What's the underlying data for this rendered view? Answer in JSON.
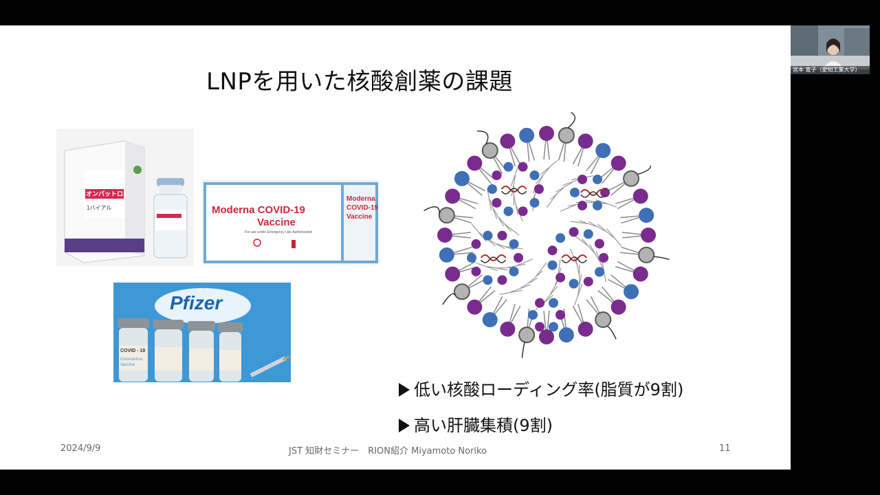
{
  "slide": {
    "title": "LNPを用いた核酸創薬の課題",
    "bullets": [
      "低い核酸ローディング率(脂質が9割)",
      "高い肝臓集積(9割)"
    ],
    "footer": {
      "date": "2024/9/9",
      "center": "JST 知財セミナー　RION紹介 Miyamoto Noriko",
      "page": "11"
    }
  },
  "photos": {
    "onpattro": {
      "brand": "オンパットロ",
      "vial_count": "1バイアル"
    },
    "moderna": {
      "line1": "Moderna COVID-19",
      "line2": "Vaccine",
      "side1": "Moderna",
      "side2": "COVID-19",
      "side3": "Vaccine",
      "small": "For use under Emergency Use Authorization"
    },
    "pfizer": {
      "logo": "Pfizer",
      "vial_text1": "COVID - 19",
      "vial_text2": "Coronavirus Vaccine"
    }
  },
  "video": {
    "participant_label": "宮本 寛子（愛知工業大学）"
  },
  "colors": {
    "lipid_purple": "#7a2c8e",
    "lipid_blue": "#3f6fb5",
    "lipid_grey": "#b3b3b3",
    "rna_red": "#b02a2a"
  }
}
